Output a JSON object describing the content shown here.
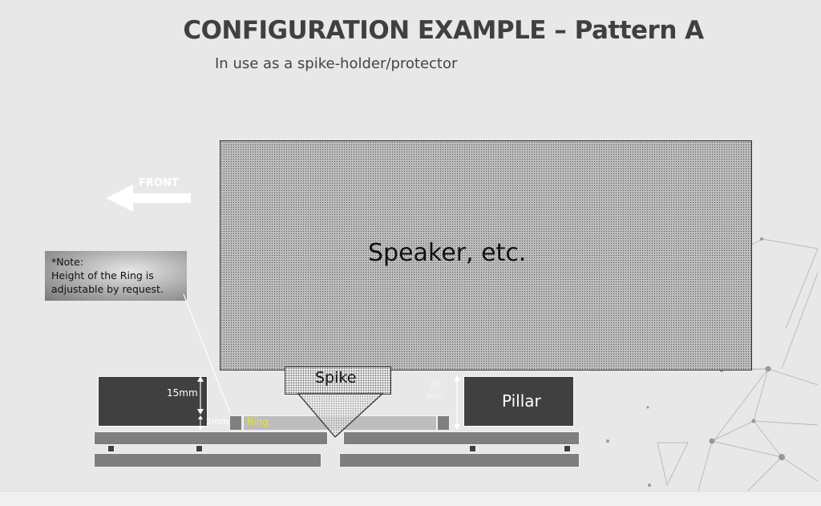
{
  "title": "CONFIGURATION EXAMPLE – Pattern A",
  "subtitle": "In use as a spike-holder/protector",
  "front_label": "FRONT",
  "note": {
    "line1": "*Note:",
    "line2": "Height of the Ring is",
    "line3": "adjustable by request."
  },
  "speaker_label": "Speaker, etc.",
  "spike_label": "Spike",
  "pillar_label": "Pillar",
  "ring_label": "Ring",
  "dim_15": "15mm",
  "dim_5": "5mm",
  "dim_20_a": "20",
  "dim_20_b": "mm",
  "colors": {
    "ring_text": "#e8e817",
    "block": "#404040",
    "plate": "#7f7f7f"
  }
}
